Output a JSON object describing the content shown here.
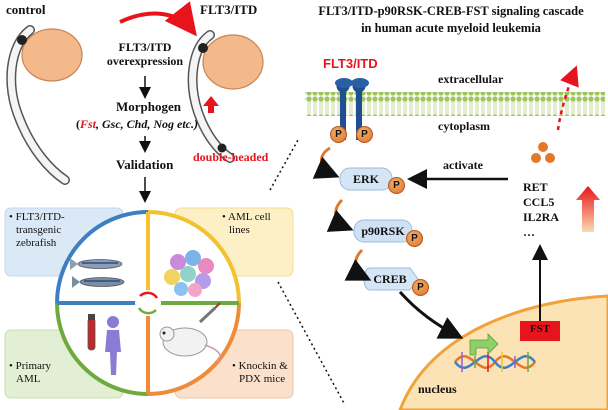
{
  "left": {
    "control_label": "control",
    "flt3_label": "FLT3/ITD",
    "overexpression_line1": "FLT3/ITD",
    "overexpression_line2": "overexpression",
    "morphogen_label": "Morphogen",
    "genes_open": "(",
    "gene_fst": "Fst",
    "genes_rest": ", Gsc, Chd, Nog etc.)",
    "double_headed": "double-headed",
    "validation": "Validation",
    "quadrants": {
      "top_left_bullet": "•",
      "top_left_line1": "FLT3/ITD-",
      "top_left_line2": "transgenic",
      "top_left_line3": "zebrafish",
      "top_right_bullet": "•",
      "top_right_line1": "AML cell",
      "top_right_line2": "lines",
      "bottom_left_bullet": "•",
      "bottom_left_line1": "Primary",
      "bottom_left_line2": "AML",
      "bottom_right_bullet": "•",
      "bottom_right_line1": "Knockin &",
      "bottom_right_line2": "PDX mice"
    }
  },
  "right": {
    "title_line1": "FLT3/ITD-p90RSK-CREB-FST signaling cascade",
    "title_line2": "in human acute myeloid leukemia",
    "receptor_label": "FLT3/ITD",
    "extracellular": "extracellular",
    "cytoplasm": "cytoplasm",
    "erk": "ERK",
    "p90rsk": "p90RSK",
    "creb": "CREB",
    "phospho": "P",
    "activate": "activate",
    "cytokines": [
      "RET",
      "CCL5",
      "IL2RA",
      "…"
    ],
    "fst": "FST",
    "nucleus": "nucleus"
  },
  "colors": {
    "red": "#e8141b",
    "orange_arrow": "#e5772a",
    "membrane": "#9dc55a",
    "receptor": "#1f4f8f",
    "erk": "#d4e5f5",
    "nucleus": "#fbe3b5",
    "quad_blue": "#dbe9f7",
    "quad_yellow": "#fdf0c6",
    "quad_green": "#e3efd4",
    "quad_orange": "#fbe0cc"
  }
}
